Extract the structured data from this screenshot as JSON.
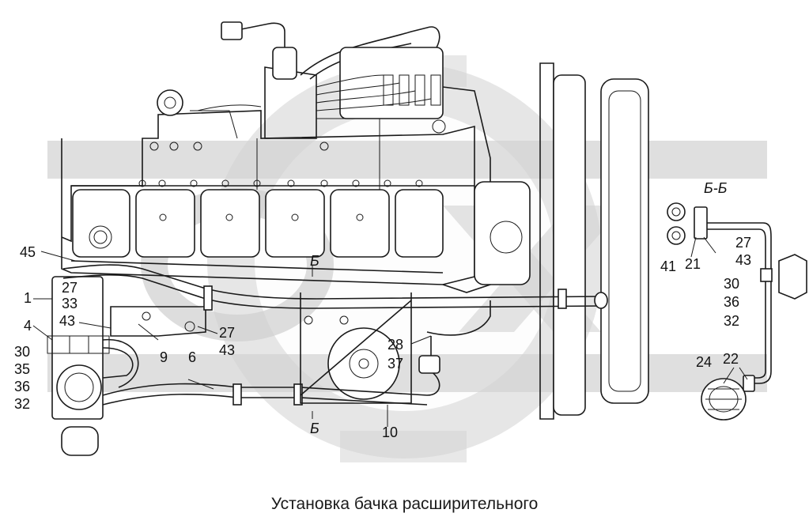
{
  "caption": "Установка бачка расширительного",
  "section": {
    "title": "Б-Б",
    "cut_label": "Б"
  },
  "callouts": {
    "n45": "45",
    "n27a": "27",
    "n33": "33",
    "n1": "1",
    "n43a": "43",
    "n4": "4",
    "n30a": "30",
    "n35": "35",
    "n36a": "36",
    "n32a": "32",
    "n9": "9",
    "n27b": "27",
    "n43b": "43",
    "n6": "6",
    "n28": "28",
    "n37": "37",
    "n10": "10",
    "n41": "41",
    "n21": "21",
    "n27c": "27",
    "n43c": "43",
    "n30b": "30",
    "n36b": "36",
    "n32b": "32",
    "n24": "24",
    "n22": "22"
  },
  "colors": {
    "line": "#1a1a1a",
    "watermark": "#d2d2d2",
    "background": "#ffffff"
  }
}
